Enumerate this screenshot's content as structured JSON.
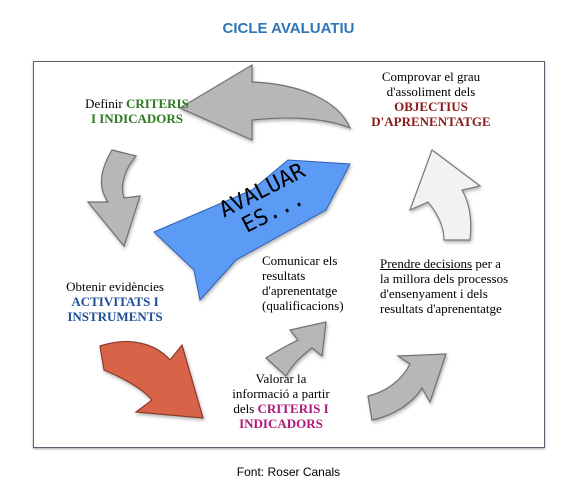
{
  "title": "CICLE AVALUATIU",
  "center": {
    "line1": "AVALUAR",
    "line2": "ES..."
  },
  "steps": {
    "define": {
      "prefix": "Definir",
      "bold1": "CRITERIS",
      "bold2": "I INDICADORS"
    },
    "verify": {
      "line1": "Comprovar el grau",
      "line2": "d'assoliment dels",
      "bold1": "OBJECTIUS",
      "bold2": "D'APRENENTATGE"
    },
    "evidence": {
      "line1": "Obtenir evidències",
      "bold1": "ACTIVITATS I",
      "bold2": "INSTRUMENTS"
    },
    "communicate": {
      "line1": "Comunicar els",
      "line2": "resultats",
      "line3": "d'aprenentatge",
      "line4": "(qualificacions)"
    },
    "decide": {
      "underlined": "Prendre decisions",
      "line1_rest": " per a",
      "line2": "la millora dels processos",
      "line3": "d'ensenyament i dels",
      "line4": "resultats d'aprenentatge"
    },
    "assess": {
      "line1": "Valorar la",
      "line2": "informació a partir",
      "line3_prefix": "dels",
      "bold1": "CRITERIS I",
      "bold2": "INDICADORS"
    }
  },
  "colors": {
    "title": "#2e75b6",
    "center_arrow": "#5b9bf5",
    "grey_arrow": "#b7b7b7",
    "red_arrow": "#d9634a",
    "white_arrow": "#f2f2f2",
    "green_text": "#2b7a1e",
    "red_text": "#8b1a1a",
    "blue_text": "#1f4e9a",
    "magenta_text": "#b0177a"
  },
  "caption": "Font: Roser Canals"
}
